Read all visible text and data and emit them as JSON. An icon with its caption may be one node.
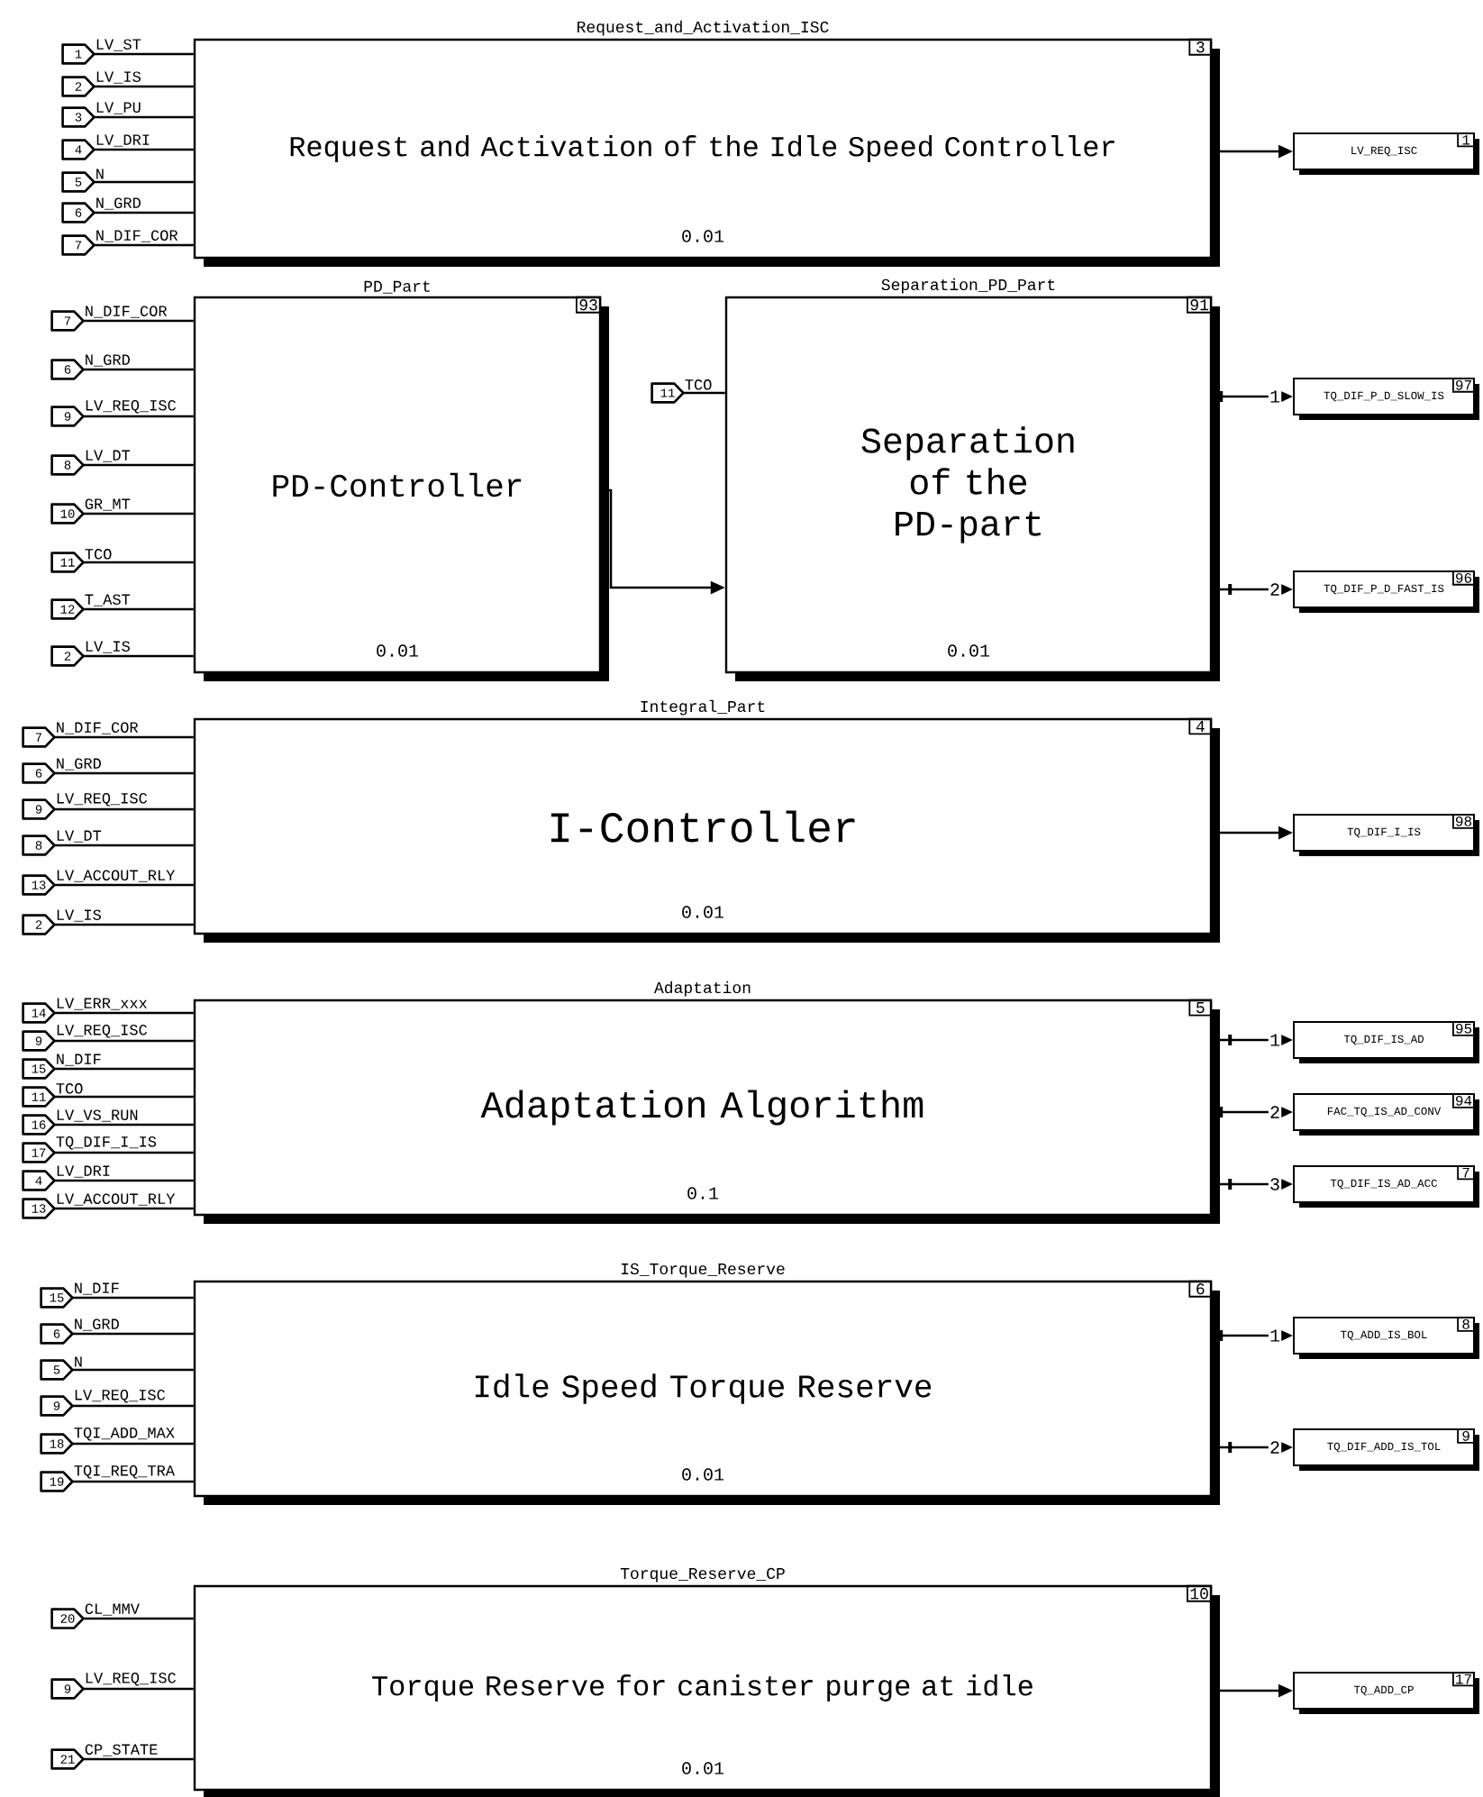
{
  "diagram": {
    "nodes": [
      {
        "text": [
          "1"
        ],
        "beside": [
          "LV_ST"
        ]
      },
      {
        "text": [
          "2"
        ],
        "beside": [
          "LV_IS"
        ]
      },
      {
        "text": [
          "3"
        ],
        "beside": [
          "LV_PU"
        ]
      },
      {
        "text": [
          "4"
        ],
        "beside": [
          "LV_DRI"
        ]
      },
      {
        "text": [
          "5"
        ],
        "beside": [
          "N"
        ]
      },
      {
        "text": [
          "6"
        ],
        "beside": [
          "N_GRD"
        ]
      },
      {
        "text": [
          "7"
        ],
        "beside": [
          "N_DIF_COR"
        ]
      },
      {
        "text": [
          "Request_and_Activation_ISC",
          "Request and Activation of the Idle Speed Controller",
          "0.01",
          "3"
        ]
      },
      {
        "text": [
          "LV_REQ_ISC",
          "1"
        ]
      },
      {
        "text": [
          "7"
        ],
        "beside": [
          "N_DIF_COR"
        ]
      },
      {
        "text": [
          "6"
        ],
        "beside": [
          "N_GRD"
        ]
      },
      {
        "text": [
          "9"
        ],
        "beside": [
          "LV_REQ_ISC"
        ]
      },
      {
        "text": [
          "8"
        ],
        "beside": [
          "LV_DT"
        ]
      },
      {
        "text": [
          "10"
        ],
        "beside": [
          "GR_MT"
        ]
      },
      {
        "text": [
          "11"
        ],
        "beside": [
          "TCO"
        ]
      },
      {
        "text": [
          "12"
        ],
        "beside": [
          "T_AST"
        ]
      },
      {
        "text": [
          "2"
        ],
        "beside": [
          "LV_IS"
        ]
      },
      {
        "text": [
          "PD_Part",
          "PD-Controller",
          "0.01",
          "93"
        ]
      },
      {
        "text": [
          "11"
        ],
        "beside": [
          "TCO"
        ]
      },
      {
        "text": [
          "Separation_PD_Part",
          "Separation of the PD-part",
          "0.01",
          "91"
        ]
      },
      {
        "text": [
          "TQ_DIF_P_D_SLOW_IS",
          "97"
        ]
      },
      {
        "text": [
          "TQ_DIF_P_D_FAST_IS",
          "96"
        ]
      },
      {
        "text": [
          "7"
        ],
        "beside": [
          "N_DIF_COR"
        ]
      },
      {
        "text": [
          "6"
        ],
        "beside": [
          "N_GRD"
        ]
      },
      {
        "text": [
          "9"
        ],
        "beside": [
          "LV_REQ_ISC"
        ]
      },
      {
        "text": [
          "8"
        ],
        "beside": [
          "LV_DT"
        ]
      },
      {
        "text": [
          "13"
        ],
        "beside": [
          "LV_ACCOUT_RLY"
        ]
      },
      {
        "text": [
          "2"
        ],
        "beside": [
          "LV_IS"
        ]
      },
      {
        "text": [
          "Integral_Part",
          "I-Controller",
          "0.01",
          "4"
        ]
      },
      {
        "text": [
          "TQ_DIF_I_IS",
          "98"
        ]
      },
      {
        "text": [
          "14"
        ],
        "beside": [
          "LV_ERR_xxx"
        ]
      },
      {
        "text": [
          "9"
        ],
        "beside": [
          "LV_REQ_ISC"
        ]
      },
      {
        "text": [
          "15"
        ],
        "beside": [
          "N_DIF"
        ]
      },
      {
        "text": [
          "11"
        ],
        "beside": [
          "TCO"
        ]
      },
      {
        "text": [
          "16"
        ],
        "beside": [
          "LV_VS_RUN"
        ]
      },
      {
        "text": [
          "17"
        ],
        "beside": [
          "TQ_DIF_I_IS"
        ]
      },
      {
        "text": [
          "4"
        ],
        "beside": [
          "LV_DRI"
        ]
      },
      {
        "text": [
          "13"
        ],
        "beside": [
          "LV_ACCOUT_RLY"
        ]
      },
      {
        "text": [
          "Adaptation",
          "Adaptation Algorithm",
          "0.1",
          "5"
        ]
      },
      {
        "text": [
          "TQ_DIF_IS_AD",
          "95"
        ]
      },
      {
        "text": [
          "FAC_TQ_IS_AD_CONV",
          "94"
        ]
      },
      {
        "text": [
          "TQ_DIF_IS_AD_ACC",
          "7"
        ]
      },
      {
        "text": [
          "15"
        ],
        "beside": [
          "N_DIF"
        ]
      },
      {
        "text": [
          "6"
        ],
        "beside": [
          "N_GRD"
        ]
      },
      {
        "text": [
          "5"
        ],
        "beside": [
          "N"
        ]
      },
      {
        "text": [
          "9"
        ],
        "beside": [
          "LV_REQ_ISC"
        ]
      },
      {
        "text": [
          "18"
        ],
        "beside": [
          "TQI_ADD_MAX"
        ]
      },
      {
        "text": [
          "19"
        ],
        "beside": [
          "TQI_REQ_TRA"
        ]
      },
      {
        "text": [
          "IS_Torque_Reserve",
          "Idle Speed Torque Reserve",
          "0.01",
          "6"
        ]
      },
      {
        "text": [
          "TQ_ADD_IS_BOL",
          "8"
        ]
      },
      {
        "text": [
          "TQ_DIF_ADD_IS_TOL",
          "9"
        ]
      },
      {
        "text": [
          "20"
        ],
        "beside": [
          "CL_MMV"
        ]
      },
      {
        "text": [
          "9"
        ],
        "beside": [
          "LV_REQ_ISC"
        ]
      },
      {
        "text": [
          "21"
        ],
        "beside": [
          "CP_STATE"
        ]
      },
      {
        "text": [
          "Torque_Reserve_CP",
          "Torque Reserve for canister purge at idle",
          "0.01",
          "10"
        ]
      },
      {
        "text": [
          "TQ_ADD_CP",
          "17"
        ]
      }
    ],
    "edges": [
      {
        "from": 0,
        "to": 7,
        "arrow": "none"
      },
      {
        "from": 1,
        "to": 7,
        "arrow": "none"
      },
      {
        "from": 2,
        "to": 7,
        "arrow": "none"
      },
      {
        "from": 3,
        "to": 7,
        "arrow": "none"
      },
      {
        "from": 4,
        "to": 7,
        "arrow": "none"
      },
      {
        "from": 5,
        "to": 7,
        "arrow": "none"
      },
      {
        "from": 6,
        "to": 7,
        "arrow": "none"
      },
      {
        "from": 7,
        "to": 8,
        "arrow": "to"
      },
      {
        "from": 9,
        "to": 17,
        "arrow": "none"
      },
      {
        "from": 10,
        "to": 17,
        "arrow": "none"
      },
      {
        "from": 11,
        "to": 17,
        "arrow": "none"
      },
      {
        "from": 12,
        "to": 17,
        "arrow": "none"
      },
      {
        "from": 13,
        "to": 17,
        "arrow": "none"
      },
      {
        "from": 14,
        "to": 17,
        "arrow": "none"
      },
      {
        "from": 15,
        "to": 17,
        "arrow": "none"
      },
      {
        "from": 16,
        "to": 17,
        "arrow": "none"
      },
      {
        "from": 17,
        "to": 19,
        "arrow": "to"
      },
      {
        "from": 18,
        "to": 19,
        "arrow": "none"
      },
      {
        "from": 19,
        "to": 20,
        "arrow": "to",
        "label": "1"
      },
      {
        "from": 19,
        "to": 21,
        "arrow": "to",
        "label": "2"
      },
      {
        "from": 22,
        "to": 28,
        "arrow": "none"
      },
      {
        "from": 23,
        "to": 28,
        "arrow": "none"
      },
      {
        "from": 24,
        "to": 28,
        "arrow": "none"
      },
      {
        "from": 25,
        "to": 28,
        "arrow": "none"
      },
      {
        "from": 26,
        "to": 28,
        "arrow": "none"
      },
      {
        "from": 27,
        "to": 28,
        "arrow": "none"
      },
      {
        "from": 28,
        "to": 29,
        "arrow": "to"
      },
      {
        "from": 30,
        "to": 38,
        "arrow": "none"
      },
      {
        "from": 31,
        "to": 38,
        "arrow": "none"
      },
      {
        "from": 32,
        "to": 38,
        "arrow": "none"
      },
      {
        "from": 33,
        "to": 38,
        "arrow": "none"
      },
      {
        "from": 34,
        "to": 38,
        "arrow": "none"
      },
      {
        "from": 35,
        "to": 38,
        "arrow": "none"
      },
      {
        "from": 36,
        "to": 38,
        "arrow": "none"
      },
      {
        "from": 37,
        "to": 38,
        "arrow": "none"
      },
      {
        "from": 38,
        "to": 39,
        "arrow": "to",
        "label": "1"
      },
      {
        "from": 38,
        "to": 40,
        "arrow": "to",
        "label": "2"
      },
      {
        "from": 38,
        "to": 41,
        "arrow": "to",
        "label": "3"
      },
      {
        "from": 42,
        "to": 48,
        "arrow": "none"
      },
      {
        "from": 43,
        "to": 48,
        "arrow": "none"
      },
      {
        "from": 44,
        "to": 48,
        "arrow": "none"
      },
      {
        "from": 45,
        "to": 48,
        "arrow": "none"
      },
      {
        "from": 46,
        "to": 48,
        "arrow": "none"
      },
      {
        "from": 47,
        "to": 48,
        "arrow": "none"
      },
      {
        "from": 48,
        "to": 49,
        "arrow": "to",
        "label": "1"
      },
      {
        "from": 48,
        "to": 50,
        "arrow": "to",
        "label": "2"
      },
      {
        "from": 51,
        "to": 54,
        "arrow": "none"
      },
      {
        "from": 52,
        "to": 54,
        "arrow": "none"
      },
      {
        "from": 53,
        "to": 54,
        "arrow": "none"
      },
      {
        "from": 54,
        "to": 55,
        "arrow": "to"
      }
    ]
  }
}
